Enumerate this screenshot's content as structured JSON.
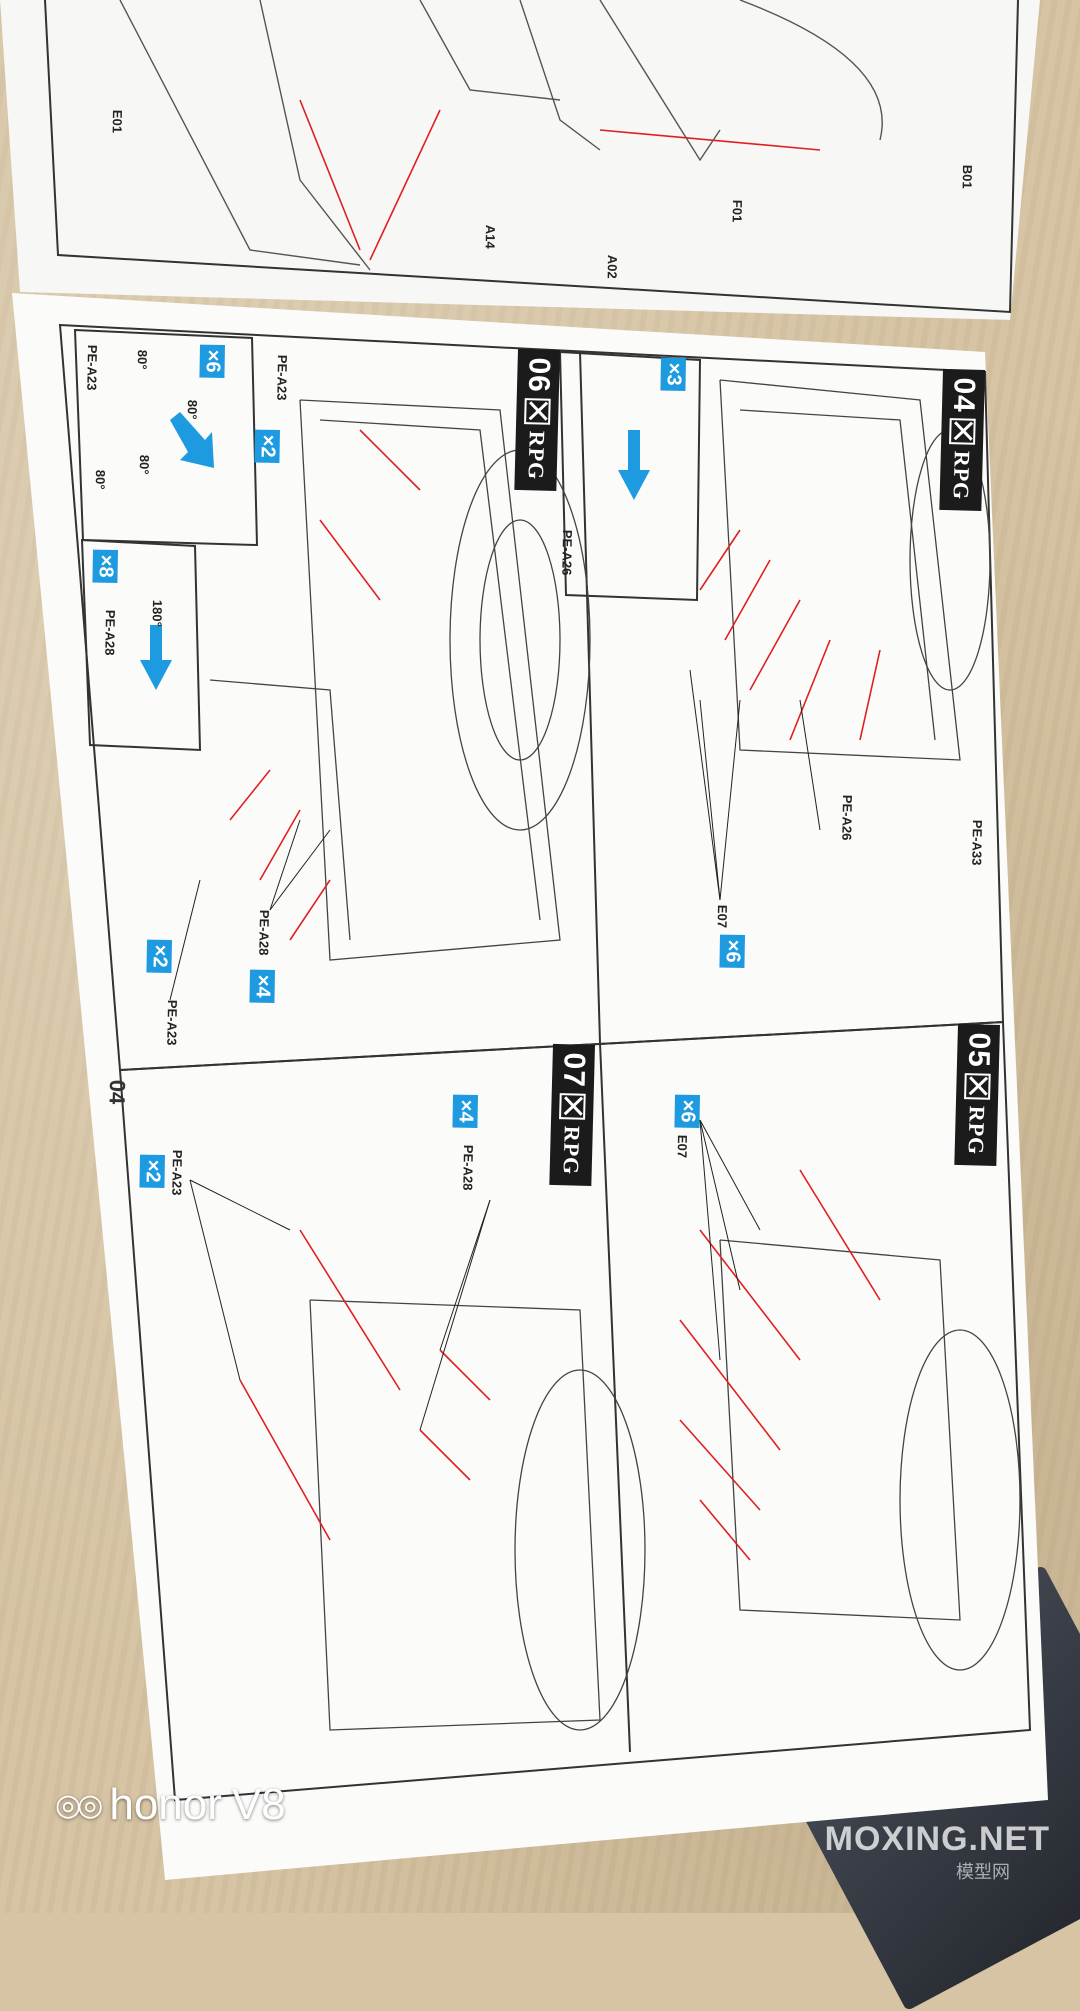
{
  "scene": {
    "background_color": "#d6c4a4",
    "page_color": "#fbfbf9",
    "accent_blue": "#1e9be0",
    "arrow_red": "#e02020"
  },
  "page": {
    "number": "04"
  },
  "brand": "RPG",
  "top_panel": {
    "labels": [
      "E01",
      "A14",
      "A02",
      "F01",
      "B01"
    ]
  },
  "steps": [
    {
      "number": "04",
      "labels": [
        "PE-A26",
        "PE-A33",
        "E07"
      ],
      "quantities": [
        "×3",
        "×6"
      ]
    },
    {
      "number": "05",
      "labels": [
        "E07"
      ],
      "quantities": [
        "×6"
      ]
    },
    {
      "number": "06",
      "labels": [
        "PE-A23",
        "PE-A23",
        "PE-A28",
        "PE-A23",
        "PE-A28"
      ],
      "quantities": [
        "×6",
        "×2",
        "×8",
        "×4",
        "×2"
      ],
      "angles": [
        "80°",
        "80°",
        "80°",
        "80°",
        "180°"
      ]
    },
    {
      "number": "07",
      "labels": [
        "PE-A28",
        "PE-A23"
      ],
      "quantities": [
        "×4",
        "×2"
      ]
    }
  ],
  "camera": {
    "brand": "honor",
    "model": "V8"
  },
  "watermark": {
    "site": "MOXING.NET",
    "sub": "模型网"
  }
}
